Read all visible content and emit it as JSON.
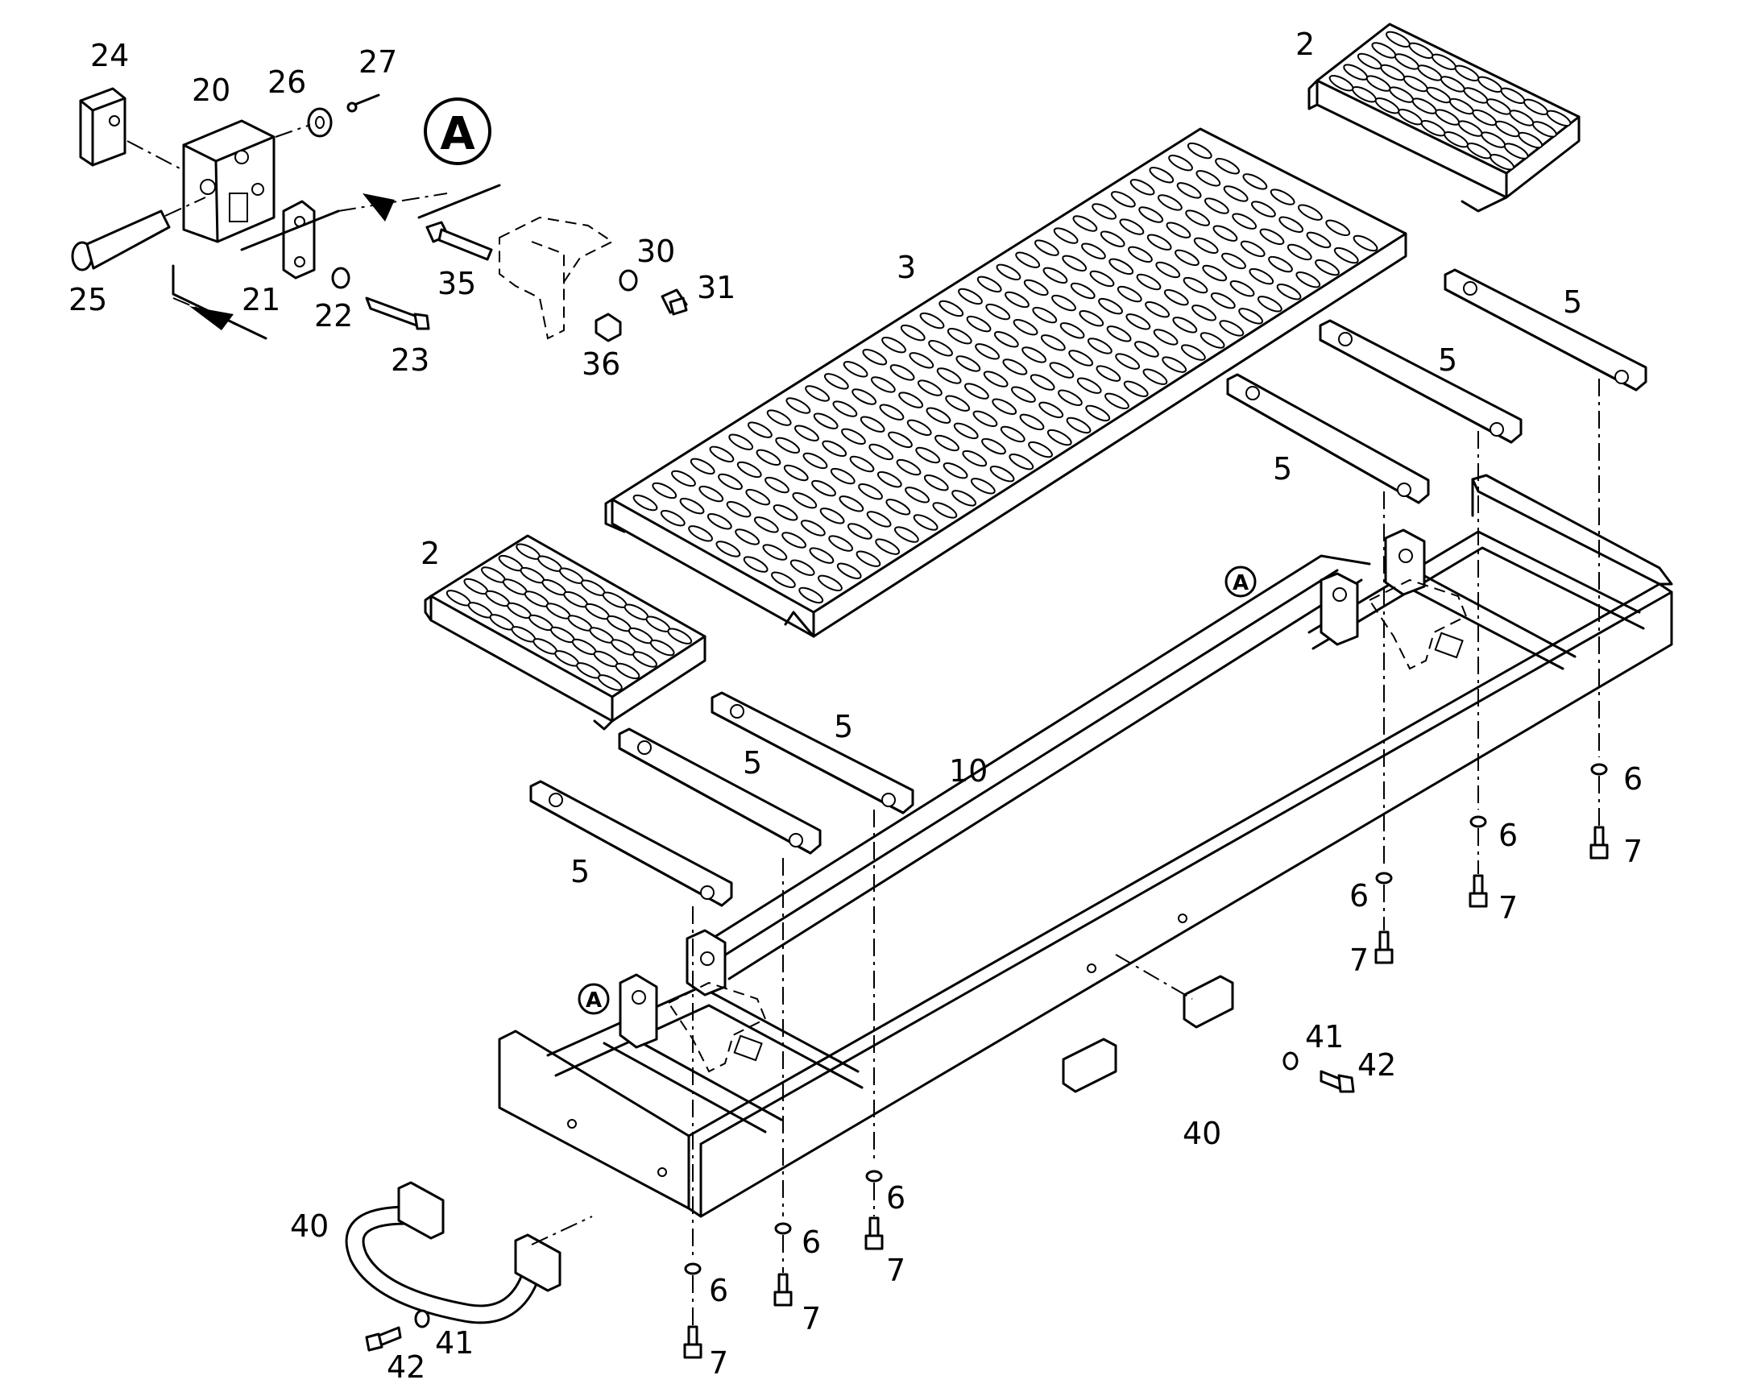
{
  "detail_marker": "A",
  "callouts": [
    {
      "id": "c24",
      "text": "24"
    },
    {
      "id": "c20",
      "text": "20"
    },
    {
      "id": "c26",
      "text": "26"
    },
    {
      "id": "c27",
      "text": "27"
    },
    {
      "id": "c25",
      "text": "25"
    },
    {
      "id": "c21",
      "text": "21"
    },
    {
      "id": "c22",
      "text": "22"
    },
    {
      "id": "c23",
      "text": "23"
    },
    {
      "id": "c35",
      "text": "35"
    },
    {
      "id": "c30",
      "text": "30"
    },
    {
      "id": "c31",
      "text": "31"
    },
    {
      "id": "c36",
      "text": "36"
    },
    {
      "id": "c2a",
      "text": "2"
    },
    {
      "id": "c2b",
      "text": "2"
    },
    {
      "id": "c3",
      "text": "3"
    },
    {
      "id": "c5a",
      "text": "5"
    },
    {
      "id": "c5b",
      "text": "5"
    },
    {
      "id": "c5c",
      "text": "5"
    },
    {
      "id": "c5d",
      "text": "5"
    },
    {
      "id": "c5e",
      "text": "5"
    },
    {
      "id": "c5f",
      "text": "5"
    },
    {
      "id": "c10",
      "text": "10"
    },
    {
      "id": "c6a",
      "text": "6"
    },
    {
      "id": "c6b",
      "text": "6"
    },
    {
      "id": "c6c",
      "text": "6"
    },
    {
      "id": "c6d",
      "text": "6"
    },
    {
      "id": "c6e",
      "text": "6"
    },
    {
      "id": "c6f",
      "text": "6"
    },
    {
      "id": "c7a",
      "text": "7"
    },
    {
      "id": "c7b",
      "text": "7"
    },
    {
      "id": "c7c",
      "text": "7"
    },
    {
      "id": "c7d",
      "text": "7"
    },
    {
      "id": "c7e",
      "text": "7"
    },
    {
      "id": "c7f",
      "text": "7"
    },
    {
      "id": "c40a",
      "text": "40"
    },
    {
      "id": "c40b",
      "text": "40"
    },
    {
      "id": "c41a",
      "text": "41"
    },
    {
      "id": "c41b",
      "text": "41"
    },
    {
      "id": "c42a",
      "text": "42"
    },
    {
      "id": "c42b",
      "text": "42"
    }
  ],
  "small_markers": [
    {
      "id": "mA1",
      "text": "A"
    },
    {
      "id": "mA2",
      "text": "A"
    }
  ]
}
